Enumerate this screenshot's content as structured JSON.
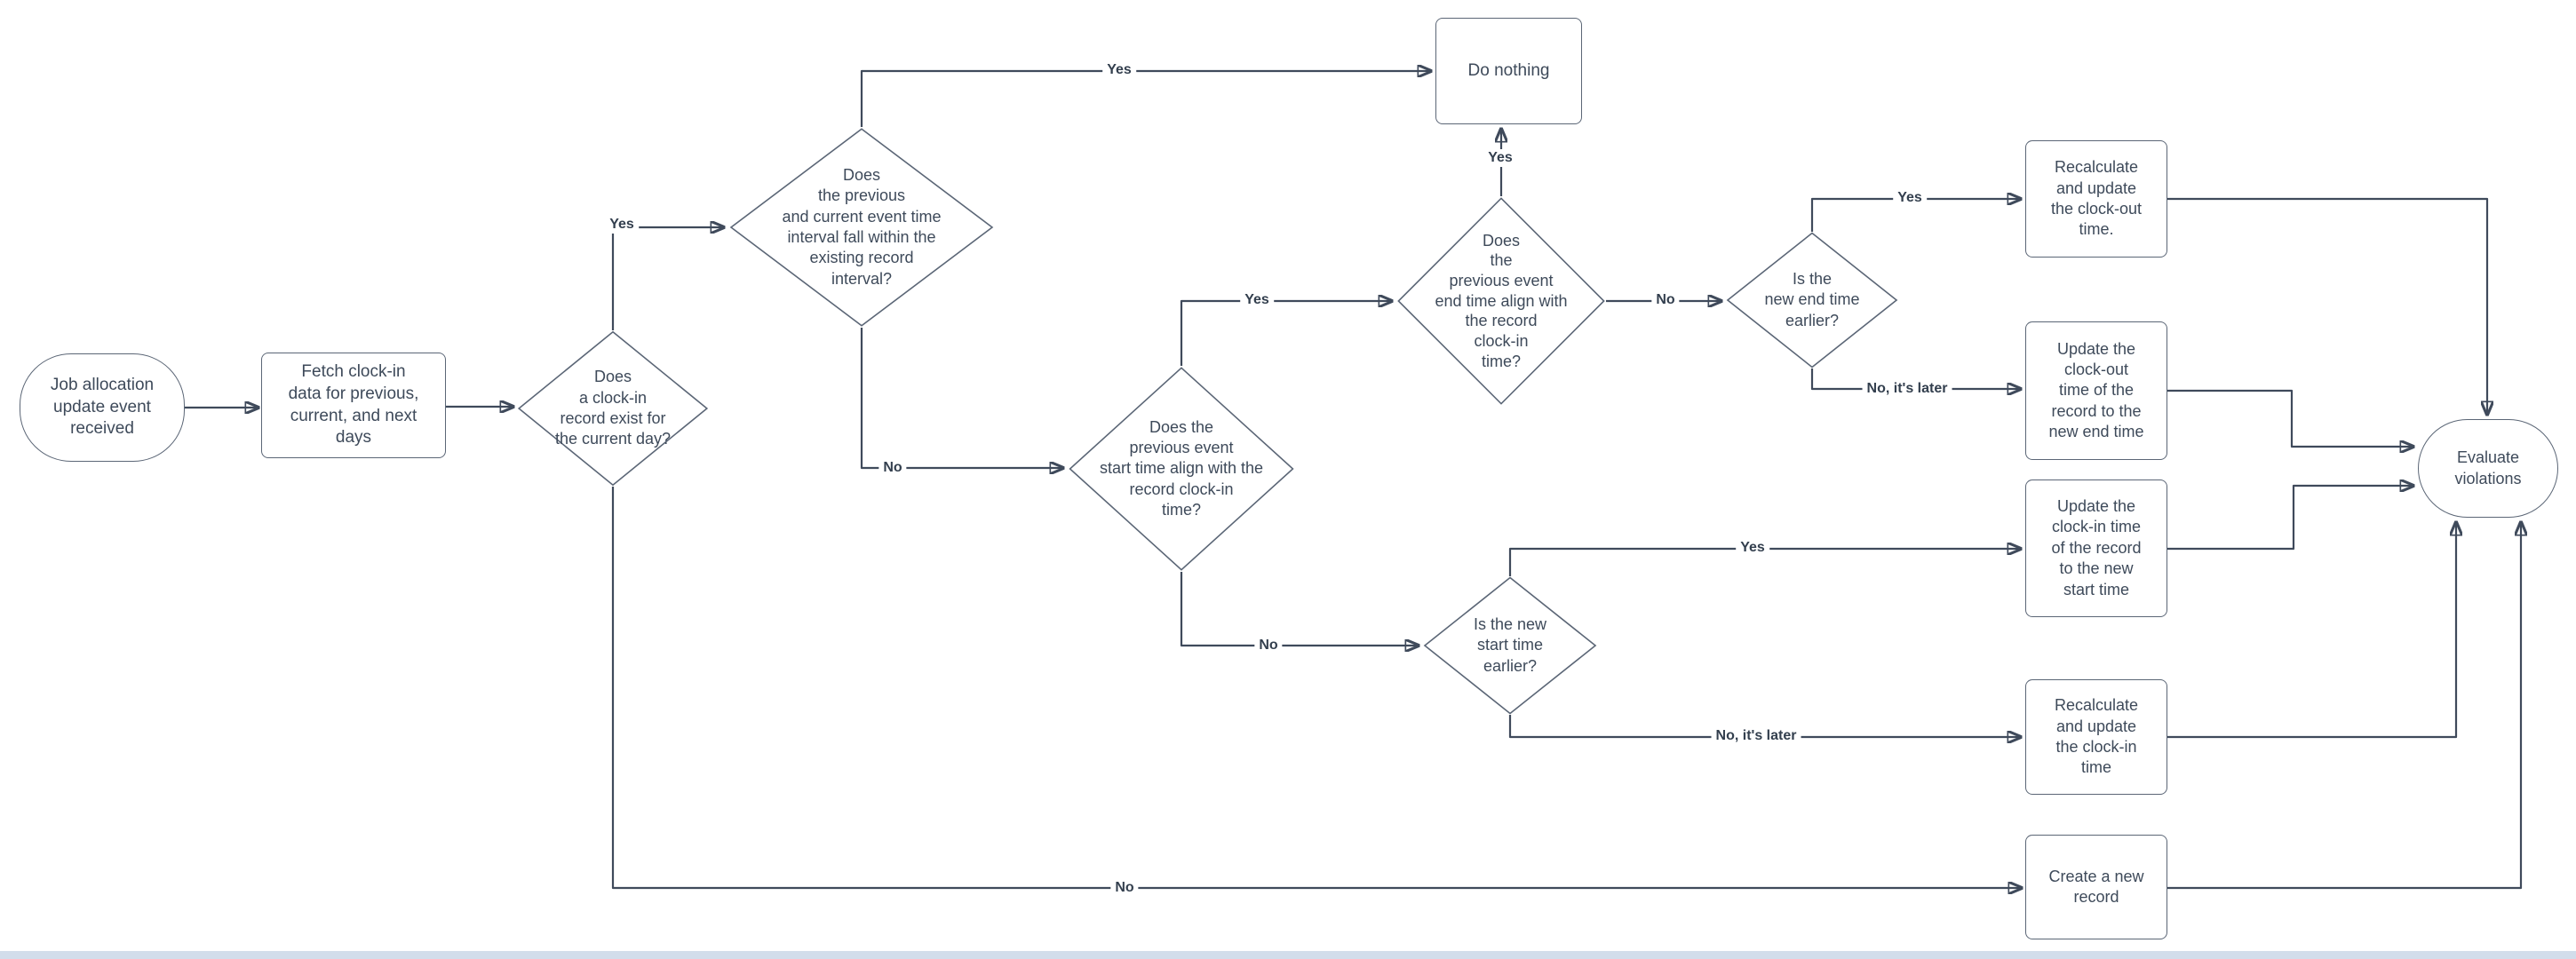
{
  "colors": {
    "background": "#ffffff",
    "connector": "#3f4a5b",
    "node_border": "#5b6676",
    "node_text": "#3e4a5a",
    "edge_label_text": "#333f4e",
    "bottom_bar": "#d2ddeb"
  },
  "nodes": {
    "start": {
      "shape": "stadium",
      "label": "Job allocation\nupdate event\nreceived"
    },
    "fetch": {
      "shape": "rect",
      "label": "Fetch clock-in\ndata for previous,\ncurrent, and next\ndays"
    },
    "clockin_exists": {
      "shape": "diamond",
      "label": "Does\na clock-in\nrecord exist for\nthe current day?"
    },
    "interval_within": {
      "shape": "diamond",
      "label": "Does\nthe previous\nand current event time\ninterval fall within the\nexisting record\ninterval?"
    },
    "do_nothing": {
      "shape": "rect",
      "label": "Do nothing"
    },
    "start_align": {
      "shape": "diamond",
      "label": "Does the\nprevious event\nstart time align with the\nrecord clock-in\ntime?"
    },
    "end_align": {
      "shape": "diamond",
      "label": "Does\nthe\nprevious event\nend time align with\nthe record\nclock-in\ntime?"
    },
    "end_earlier": {
      "shape": "diamond",
      "label": "Is the\nnew end time\nearlier?"
    },
    "recalc_clockout": {
      "shape": "rect",
      "label": "Recalculate\nand update\nthe clock-out\ntime."
    },
    "update_clockout": {
      "shape": "rect",
      "label": "Update the\nclock-out\ntime of the\nrecord to the\nnew end time"
    },
    "update_clockin": {
      "shape": "rect",
      "label": "Update the\nclock-in time\nof the record\nto the new\nstart time"
    },
    "start_earlier": {
      "shape": "diamond",
      "label": "Is the new\nstart time\nearlier?"
    },
    "recalc_clockin": {
      "shape": "rect",
      "label": "Recalculate\nand update\nthe clock-in\ntime"
    },
    "create_record": {
      "shape": "rect",
      "label": "Create a new\nrecord"
    },
    "evaluate": {
      "shape": "stadium",
      "label": "Evaluate\nviolations"
    }
  },
  "edge_labels": {
    "d1_yes": "Yes",
    "d1_no": "No",
    "d2_yes": "Yes",
    "d2_no": "No",
    "d3_yes": "Yes",
    "d3_no": "No",
    "d4_yes": "Yes",
    "d4_no": "No",
    "d5_yes": "Yes",
    "d5_no": "No, it's later",
    "d6_yes": "Yes",
    "d6_no": "No, it's later"
  }
}
